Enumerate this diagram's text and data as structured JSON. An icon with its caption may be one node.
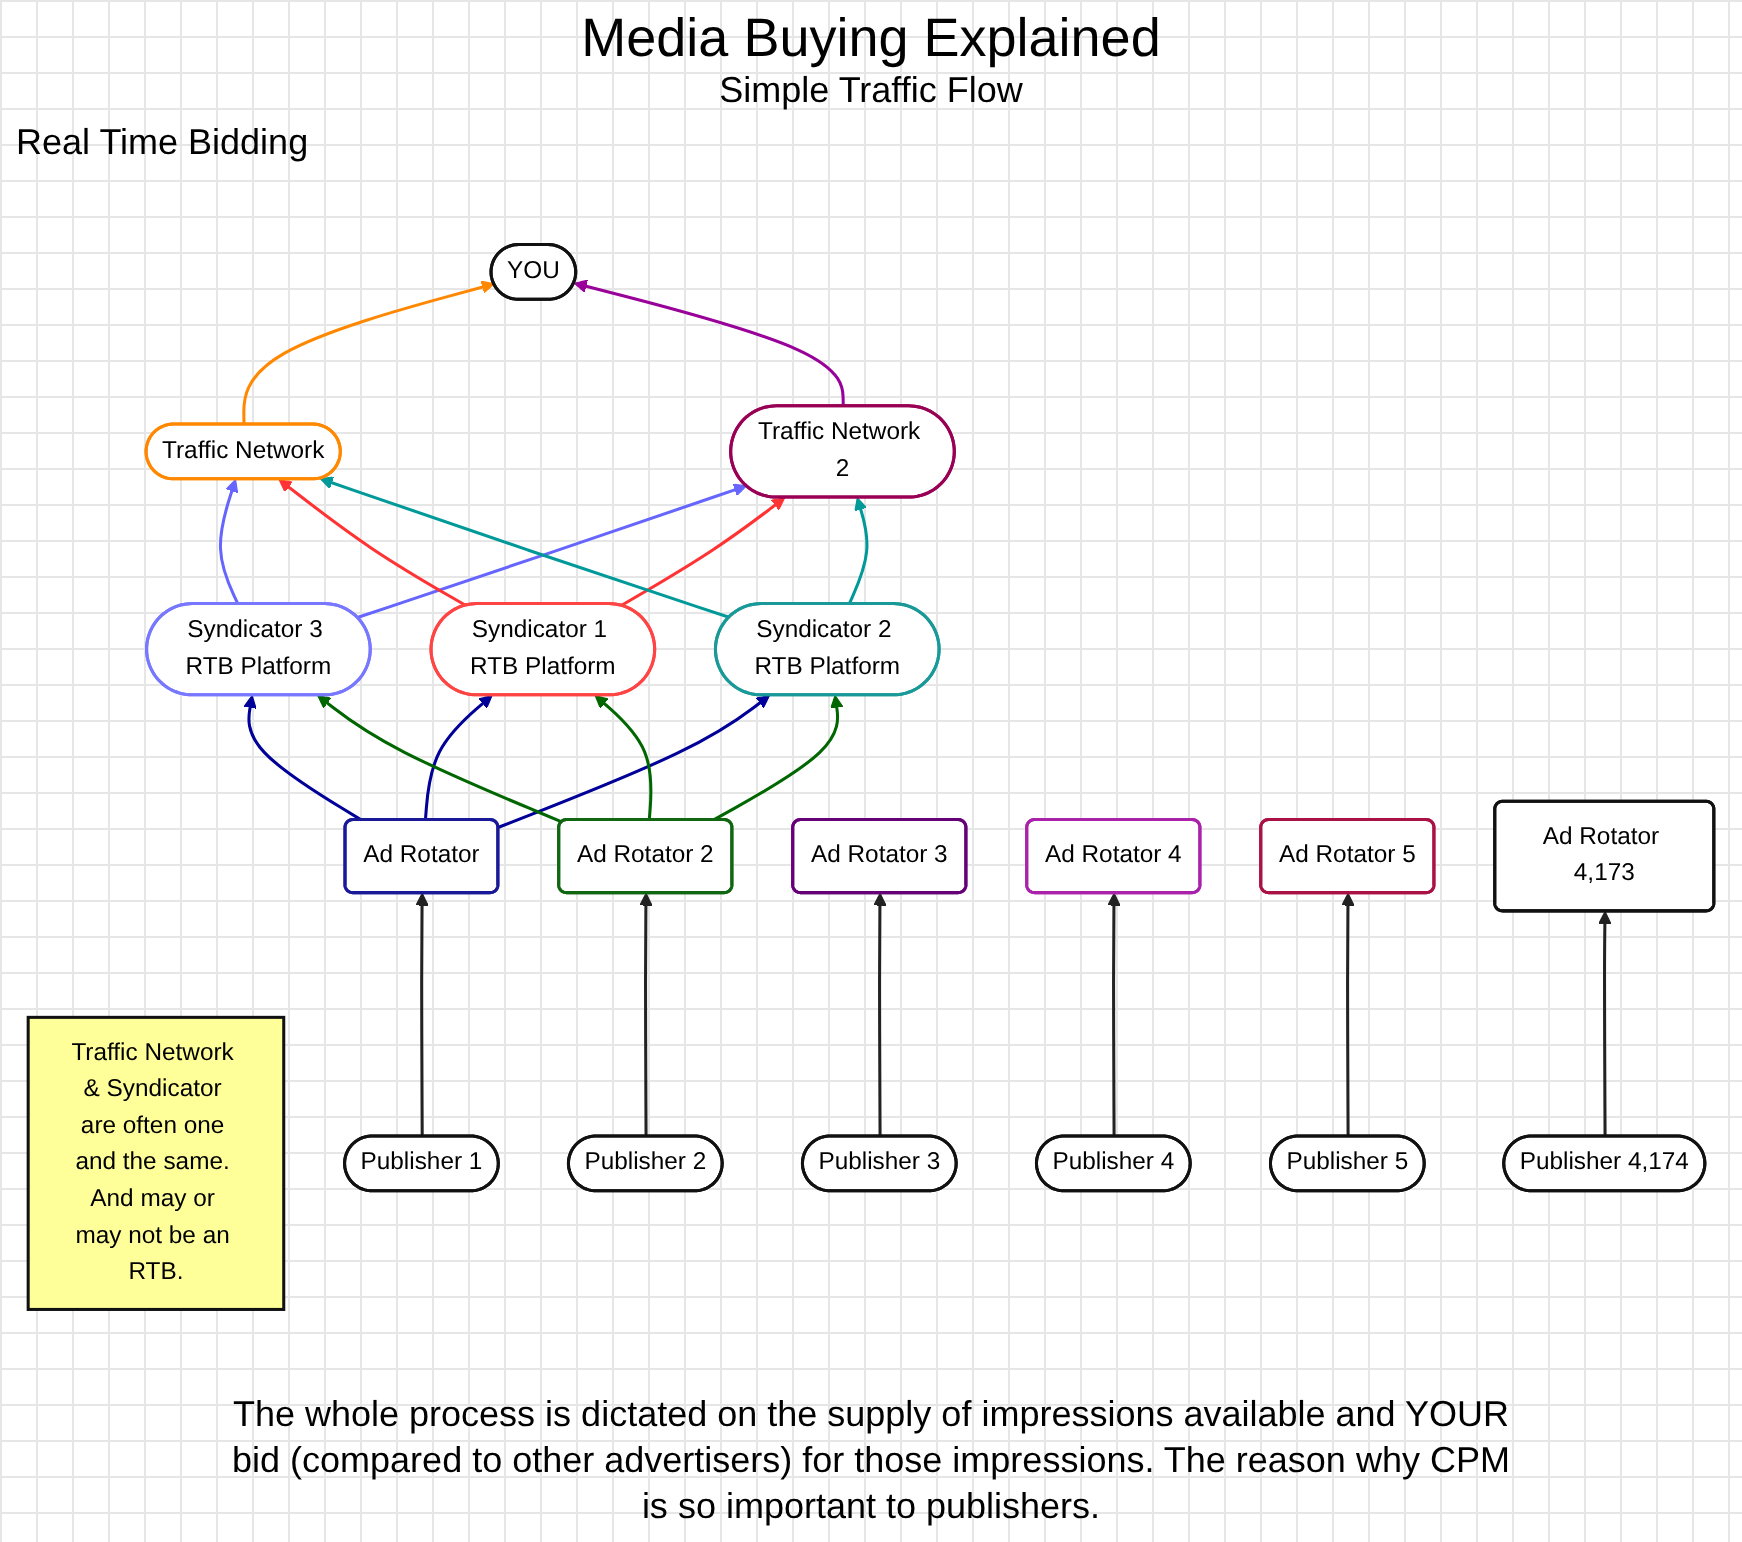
{
  "diagram": {
    "title": "Media Buying Explained",
    "caption": "The whole process is dictated on the supply of impressions available and YOUR bid (compared to other advertisers) for those impressions. The reason why CPM is so important to publishers.",
    "nodes": [
      {
        "text": [
          "YOU"
        ]
      },
      {
        "text": [
          "Traffic Network"
        ]
      },
      {
        "text": [
          "Traffic Network & Syndicator are often one and the same. And may or may not be an RTB."
        ]
      },
      {
        "text": [
          "Traffic Network 2"
        ]
      },
      {
        "text": [
          "Syndicator 1 RTB Platform"
        ]
      },
      {
        "text": [
          "Syndicator 2 RTB Platform"
        ]
      },
      {
        "text": [
          "Syndicator 3 RTB Platform"
        ]
      },
      {
        "text": [
          "Ad Rotator"
        ]
      },
      {
        "text": [
          "Ad Rotator 2"
        ]
      },
      {
        "text": [
          "Ad Rotator 3"
        ]
      },
      {
        "text": [
          "Ad Rotator 4"
        ]
      },
      {
        "text": [
          "Ad Rotator 5"
        ]
      },
      {
        "text": [
          "Ad Rotator 4,173"
        ]
      },
      {
        "text": [
          "Publisher 1"
        ]
      },
      {
        "text": [
          "Publisher 2"
        ]
      },
      {
        "text": [
          "Publisher 3"
        ]
      },
      {
        "text": [
          "Publisher 4"
        ]
      },
      {
        "text": [
          "Publisher 5"
        ]
      },
      {
        "text": [
          "Publisher 4,174"
        ]
      }
    ],
    "edges": [
      {
        "from": 1,
        "to": 0,
        "arrow": "to",
        "color": "#ff8800"
      },
      {
        "from": 3,
        "to": 0,
        "arrow": "to",
        "color": "#990099"
      },
      {
        "from": 6,
        "to": 1,
        "arrow": "to",
        "color": "#6666ff"
      },
      {
        "from": 6,
        "to": 3,
        "arrow": "to",
        "color": "#6666ff"
      },
      {
        "from": 4,
        "to": 1,
        "arrow": "to",
        "color": "#ff3333"
      },
      {
        "from": 4,
        "to": 3,
        "arrow": "to",
        "color": "#ff3333"
      },
      {
        "from": 5,
        "to": 1,
        "arrow": "to",
        "color": "#009999"
      },
      {
        "from": 5,
        "to": 3,
        "arrow": "to",
        "color": "#009999"
      },
      {
        "from": 7,
        "to": 4,
        "arrow": "to",
        "color": "#000099"
      },
      {
        "from": 7,
        "to": 5,
        "arrow": "to",
        "color": "#000099"
      },
      {
        "from": 7,
        "to": 6,
        "arrow": "to",
        "color": "#000099"
      },
      {
        "from": 8,
        "to": 4,
        "arrow": "to",
        "color": "#006600"
      },
      {
        "from": 8,
        "to": 5,
        "arrow": "to",
        "color": "#006600"
      },
      {
        "from": 8,
        "to": 6,
        "arrow": "to",
        "color": "#006600"
      },
      {
        "from": 13,
        "to": 7,
        "arrow": "to"
      },
      {
        "from": 14,
        "to": 8,
        "arrow": "to"
      },
      {
        "from": 15,
        "to": 9,
        "arrow": "to"
      },
      {
        "from": 16,
        "to": 10,
        "arrow": "to"
      },
      {
        "from": 17,
        "to": 11,
        "arrow": "to"
      },
      {
        "from": 18,
        "to": 12,
        "arrow": "to"
      }
    ],
    "labels": [
      "Simple Traffic Flow",
      "Real Time Bidding"
    ]
  }
}
